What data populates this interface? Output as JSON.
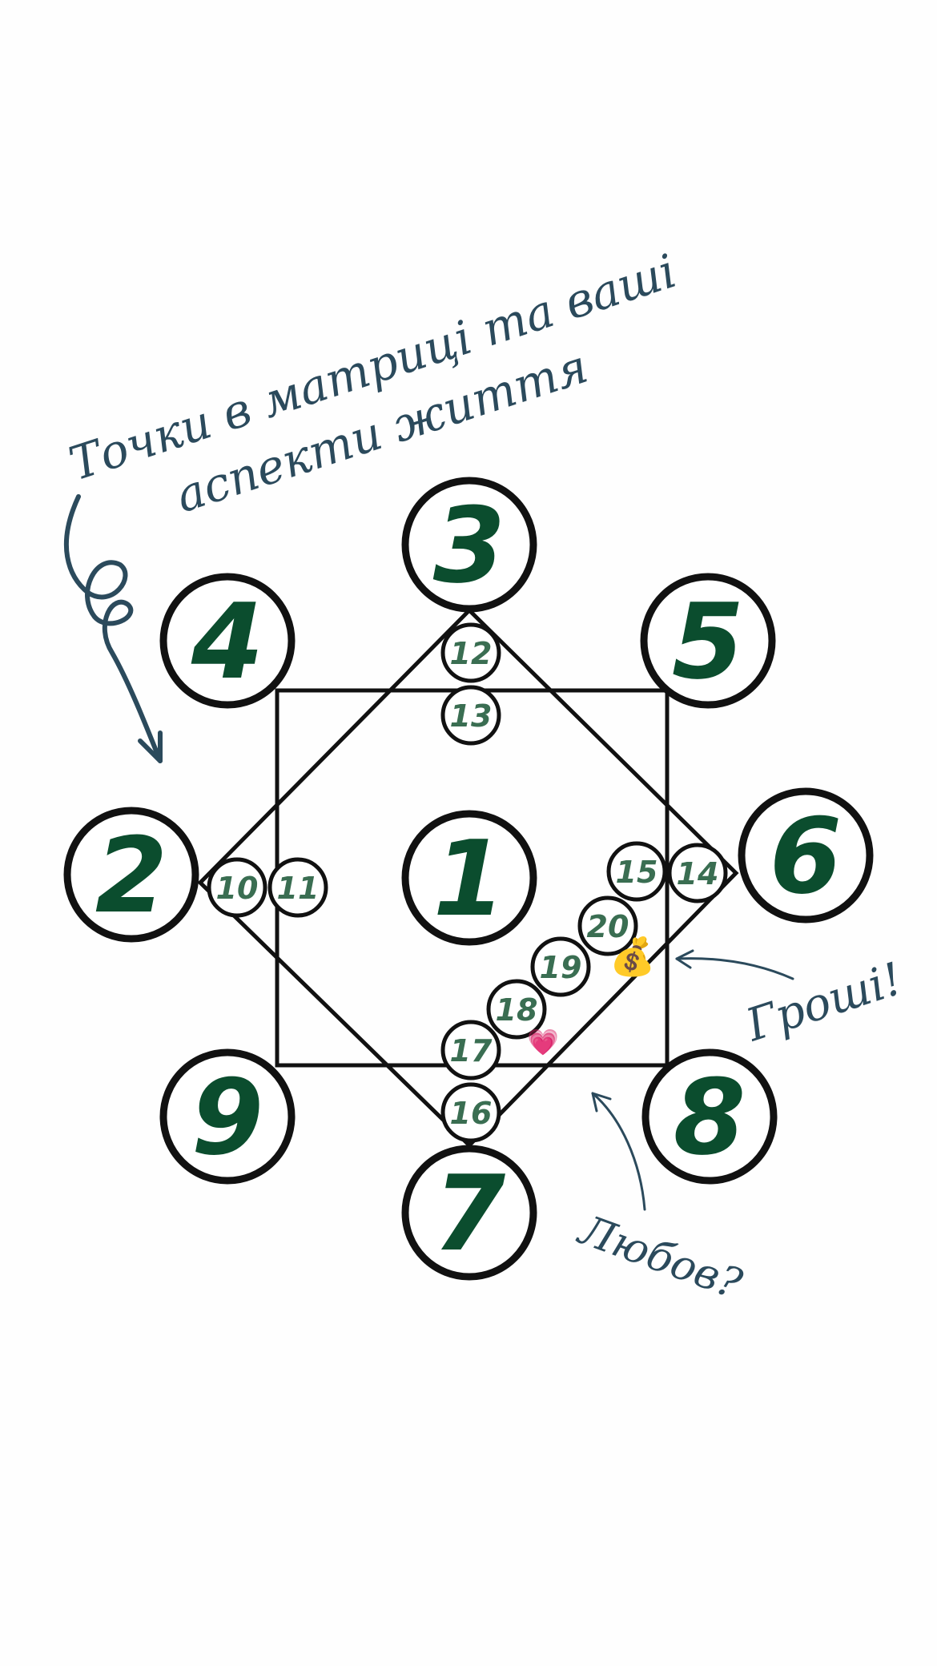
{
  "header": {
    "line1": "Точки в матриці та ваші",
    "line2": "аспекти життя"
  },
  "annotations": {
    "money": "Гроші!",
    "love": "Любов?",
    "money_emoji": "💰",
    "love_emoji": "💗"
  },
  "colors": {
    "number_big": "#0b4d2e",
    "number_small": "#3a6e52",
    "line": "#111111",
    "handwriting": "#2b4a5c"
  },
  "points": {
    "p1": "1",
    "p2": "2",
    "p3": "3",
    "p4": "4",
    "p5": "5",
    "p6": "6",
    "p7": "7",
    "p8": "8",
    "p9": "9",
    "p10": "10",
    "p11": "11",
    "p12": "12",
    "p13": "13",
    "p14": "14",
    "p15": "15",
    "p16": "16",
    "p17": "17",
    "p18": "18",
    "p19": "19",
    "p20": "20"
  }
}
